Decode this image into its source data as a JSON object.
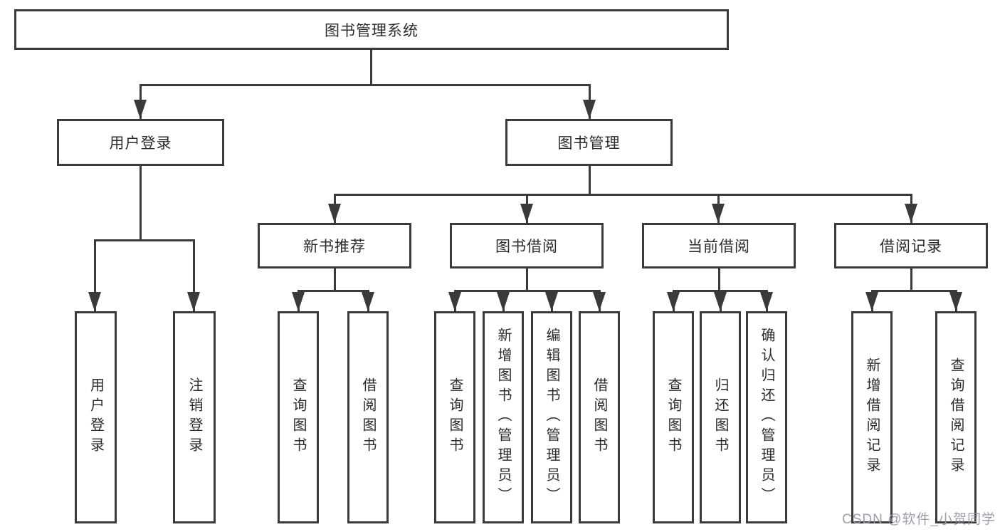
{
  "diagram_type": "hierarchy-tree",
  "hierarchy": {
    "root": "图书管理系统",
    "children": [
      {
        "label": "用户登录",
        "children": [
          "用户登录",
          "注销登录"
        ]
      },
      {
        "label": "图书管理",
        "children": [
          {
            "label": "新书推荐",
            "children": [
              "查询图书",
              "借阅图书"
            ]
          },
          {
            "label": "图书借阅",
            "children": [
              "查询图书",
              "新增图书（管理员）",
              "编辑图书（管理员）",
              "借阅图书"
            ]
          },
          {
            "label": "当前借阅",
            "children": [
              "查询图书",
              "归还图书",
              "确认归还（管理员）"
            ]
          },
          {
            "label": "借阅记录",
            "children": [
              "新增借阅记录",
              "查询借阅记录"
            ]
          }
        ]
      }
    ]
  },
  "watermark": "CSDN @软件_小贺同学",
  "colors": {
    "line": "#3a3a3b",
    "box_border": "#3a3a3b",
    "text": "#2b2b2d",
    "watermark": "#9495a0",
    "background": "#ffffff"
  }
}
